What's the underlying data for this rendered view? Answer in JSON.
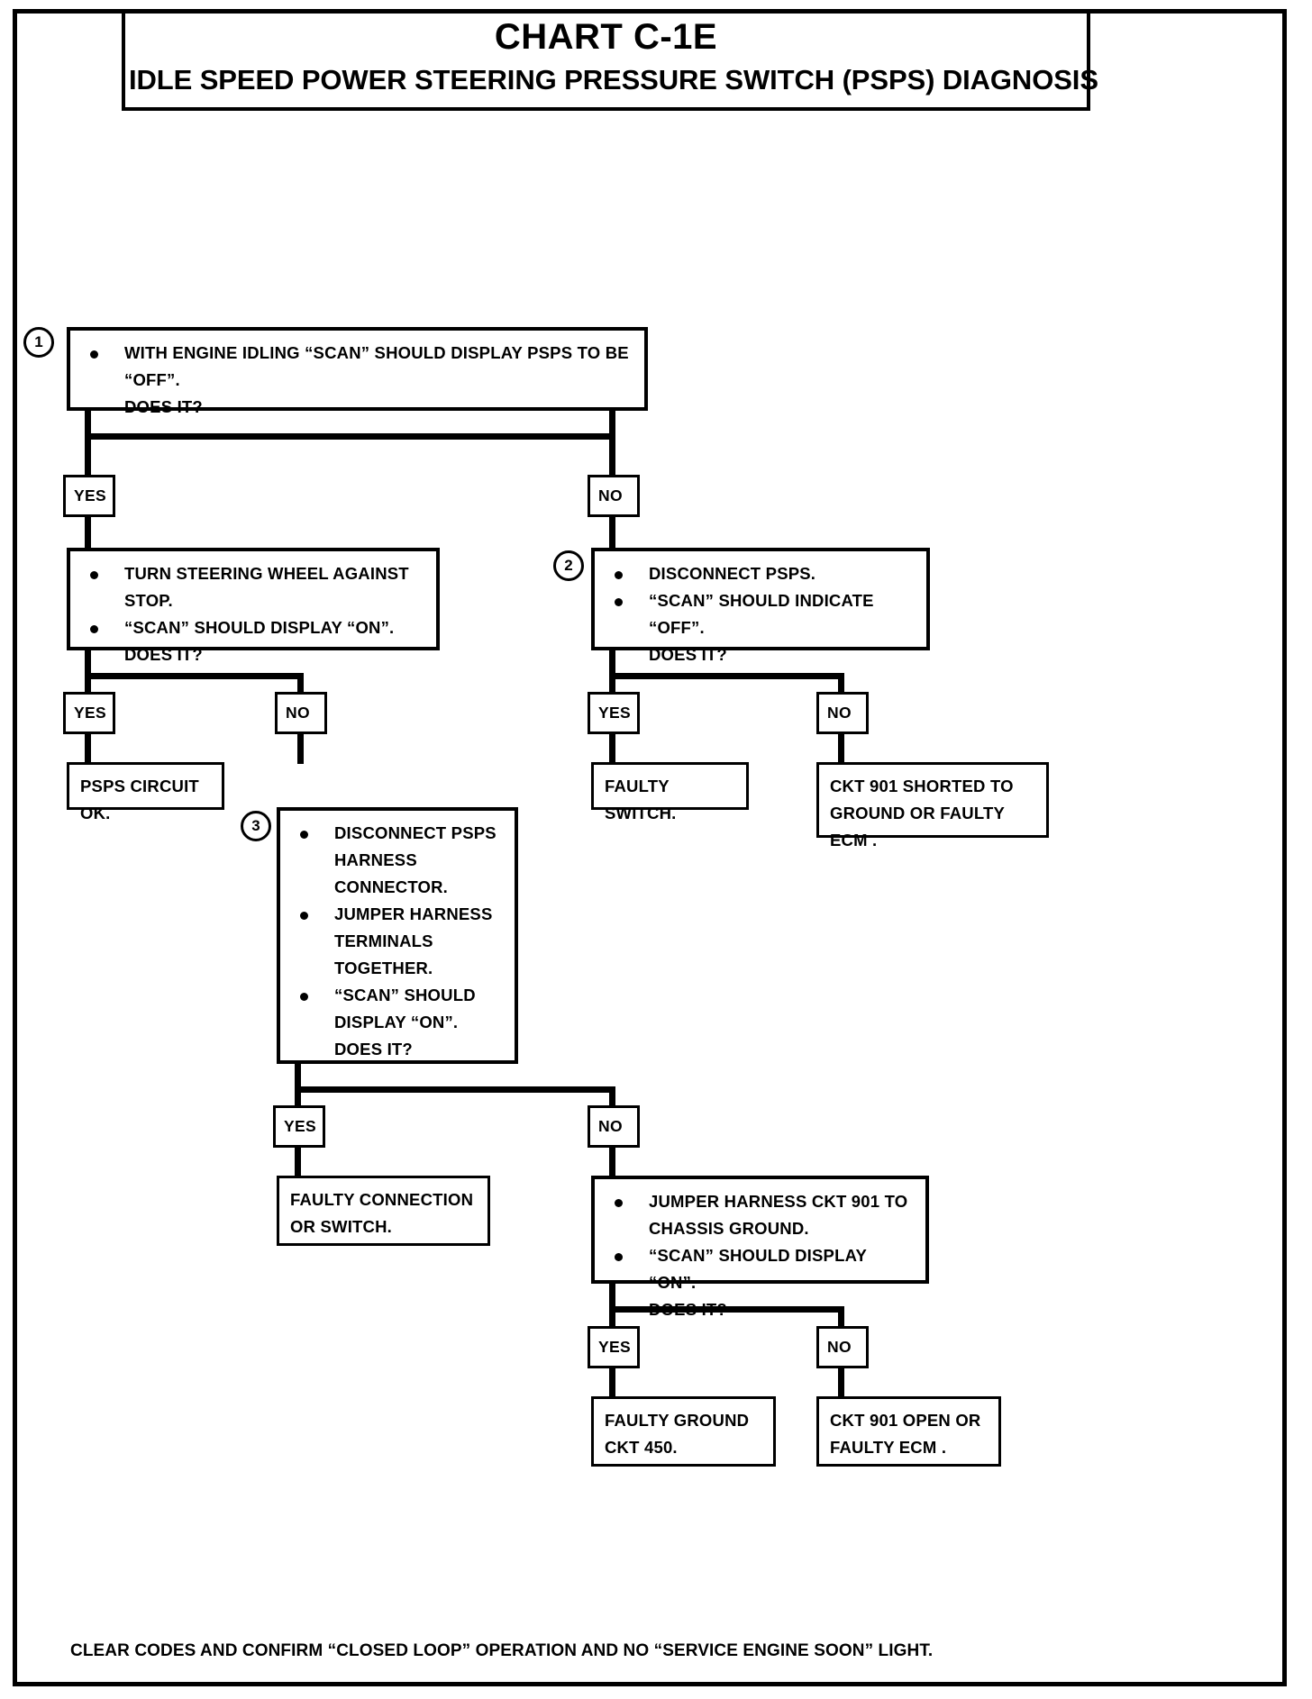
{
  "title": {
    "chart_id": "CHART C-1E",
    "chart_name": "IDLE SPEED POWER STEERING PRESSURE SWITCH (PSPS) DIAGNOSIS"
  },
  "labels": {
    "yes": "YES",
    "no": "NO"
  },
  "steps": {
    "one": "1",
    "two": "2",
    "three": "3"
  },
  "nodes": {
    "step1": {
      "number": "1",
      "bullets": [
        "WITH ENGINE IDLING “SCAN” SHOULD DISPLAY PSPS TO BE “OFF”.\nDOES IT?"
      ]
    },
    "step1_yes": {
      "bullets": [
        "TURN STEERING WHEEL AGAINST STOP.",
        "“SCAN” SHOULD DISPLAY “ON”.\nDOES IT?"
      ]
    },
    "step2": {
      "number": "2",
      "bullets": [
        "DISCONNECT PSPS.",
        "“SCAN” SHOULD INDICATE  “OFF”.\nDOES IT?"
      ]
    },
    "psps_ok": {
      "text": "PSPS CIRCUIT OK."
    },
    "step3": {
      "number": "3",
      "bullets": [
        "DISCONNECT PSPS\nHARNESS CONNECTOR.",
        "JUMPER HARNESS\nTERMINALS TOGETHER.",
        "“SCAN” SHOULD\nDISPLAY “ON”.\nDOES IT?"
      ]
    },
    "faulty_switch": {
      "text": "FAULTY SWITCH."
    },
    "ckt901_shorted": {
      "text": "CKT 901 SHORTED TO\nGROUND OR FAULTY ECM ."
    },
    "faulty_connection": {
      "text": "FAULTY CONNECTION\nOR  SWITCH."
    },
    "step4": {
      "bullets": [
        "JUMPER HARNESS CKT 901 TO\nCHASSIS GROUND.",
        "“SCAN” SHOULD DISPLAY “ON”.\nDOES IT?"
      ]
    },
    "faulty_ground": {
      "text": "FAULTY GROUND\nCKT  450."
    },
    "ckt901_open": {
      "text": "CKT 901 OPEN OR\nFAULTY ECM ."
    }
  },
  "footer": {
    "note": "CLEAR CODES AND CONFIRM “CLOSED LOOP”  OPERATION AND NO “SERVICE ENGINE SOON” LIGHT."
  }
}
